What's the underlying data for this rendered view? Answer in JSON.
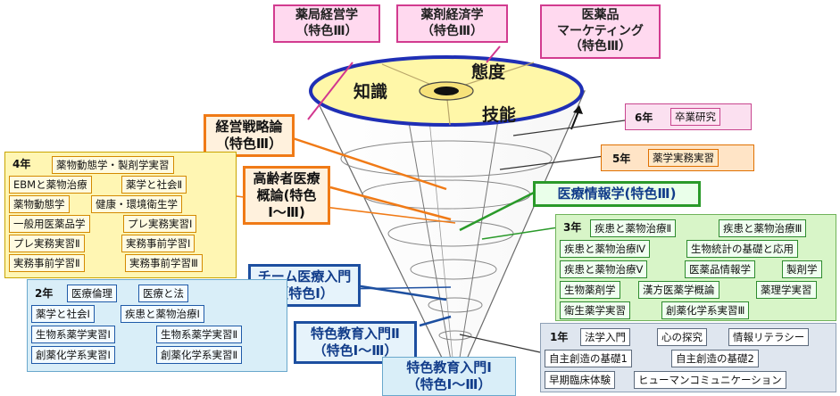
{
  "top_boxes": [
    {
      "line1": "薬局経営学",
      "line2": "（特色Ⅲ）"
    },
    {
      "line1": "薬剤経済学",
      "line2": "（特色Ⅲ）"
    },
    {
      "line1": "医薬品",
      "line2": "マーケティング",
      "line3": "（特色Ⅲ）"
    }
  ],
  "cone": {
    "knowledge": "知識",
    "attitude": "態度",
    "skill": "技能"
  },
  "keiei": {
    "line1": "経営戦略論",
    "line2": "（特色Ⅲ）"
  },
  "koreisha": {
    "line1": "高齢者医療",
    "line2": "概論(特色",
    "line3": "Ⅰ～Ⅲ)"
  },
  "iryo_joho": "医療情報学(特色Ⅲ)",
  "team": {
    "line1": "チーム医療入門",
    "line2": "（特色Ⅰ）"
  },
  "tokushoku2": {
    "line1": "特色教育入門Ⅱ",
    "line2": "（特色Ⅰ～Ⅲ）"
  },
  "tokushoku1": {
    "line1": "特色教育入門Ⅰ",
    "line2": "（特色Ⅰ～Ⅲ）"
  },
  "year6": {
    "label": "6年",
    "courses": [
      "卒業研究"
    ]
  },
  "year5": {
    "label": "5年",
    "courses": [
      "薬学実務実習"
    ]
  },
  "year4": {
    "label": "4年",
    "courses": [
      "薬物動態学・製剤学実習",
      "EBMと薬物治療",
      "薬学と社会Ⅱ",
      "薬物動態学",
      "健康・環境衛生学",
      "一般用医薬品学",
      "プレ実務実習Ⅰ",
      "プレ実務実習Ⅱ",
      "実務事前学習Ⅰ",
      "実務事前学習Ⅱ",
      "実務事前学習Ⅲ"
    ]
  },
  "year3": {
    "label": "3年",
    "courses": [
      "疾患と薬物治療Ⅱ",
      "疾患と薬物治療Ⅲ",
      "疾患と薬物治療Ⅳ",
      "生物統計の基礎と応用",
      "疾患と薬物治療Ⅴ",
      "医薬品情報学",
      "製剤学",
      "生物薬剤学",
      "漢方医薬学概論",
      "薬理学実習",
      "衛生薬学実習",
      "創薬化学系実習Ⅲ"
    ]
  },
  "year2": {
    "label": "2年",
    "courses": [
      "医療倫理",
      "医療と法",
      "薬学と社会Ⅰ",
      "疾患と薬物治療Ⅰ",
      "生物系薬学実習Ⅰ",
      "生物系薬学実習Ⅱ",
      "創薬化学系実習Ⅰ",
      "創薬化学系実習Ⅱ"
    ]
  },
  "year1": {
    "label": "1年",
    "courses": [
      "法学入門",
      "心の探究",
      "情報リテラシー",
      "自主創造の基礎1",
      "自主創造の基礎2",
      "早期臨床体験",
      "ヒューマンコミュニケーション"
    ]
  }
}
